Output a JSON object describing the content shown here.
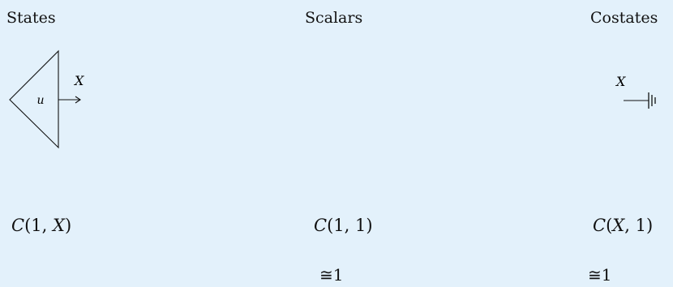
{
  "headings": {
    "states": "States",
    "scalars": "Scalars",
    "costates": "Costates"
  },
  "state_diagram": {
    "box_label": "u",
    "wire_label": "X"
  },
  "costate_diagram": {
    "wire_label": "X"
  },
  "homsets": {
    "states": {
      "cal": "C",
      "args": "(1, ",
      "var": "X",
      "close": ")"
    },
    "scalars": {
      "cal": "C",
      "args": "(1, 1)"
    },
    "costates": {
      "cal": "C",
      "open": "(",
      "var": "X",
      "args": ", 1)"
    }
  },
  "isos": {
    "scalars": "≅1",
    "costates": "≅1"
  },
  "colors": {
    "background": "#e3f1fb",
    "ink": "#111111"
  }
}
